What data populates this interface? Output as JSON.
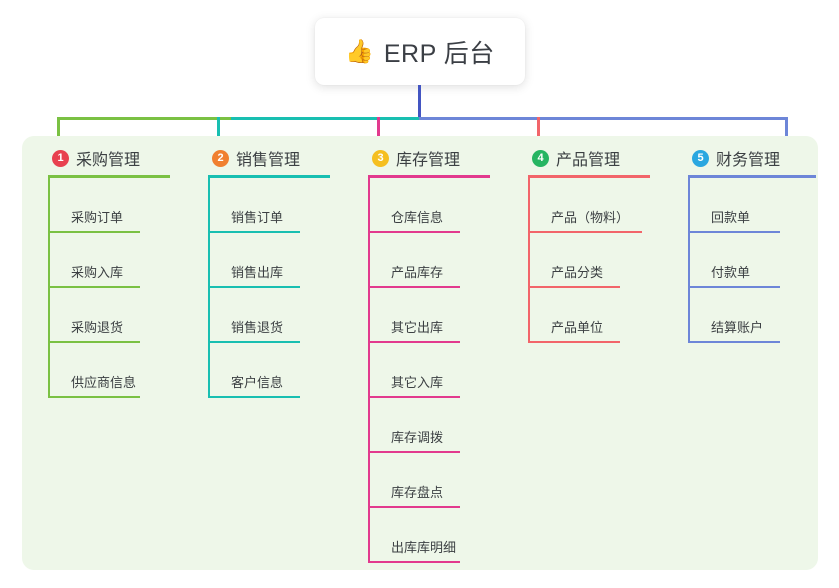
{
  "root": {
    "icon": "thumbs-up-icon",
    "emoji": "👍",
    "title": "ERP 后台"
  },
  "palette": {
    "panel_bg": "#eef7e9",
    "page_bg": "#ffffff",
    "root_line": "#4355c2",
    "col1": "#7ac143",
    "col2": "#18bfb1",
    "col3": "#e23a8e",
    "col4": "#f2656a",
    "col5": "#6d86d8",
    "badge1": "#e8414f",
    "badge2": "#f08030",
    "badge3": "#f5bf20",
    "badge4": "#26b562",
    "badge5": "#2aa7e0"
  },
  "columns": [
    {
      "number": "1",
      "title": "采购管理",
      "badge_color": "#e8414f",
      "line_color": "#7ac143",
      "items": [
        {
          "label": "采购订单"
        },
        {
          "label": "采购入库"
        },
        {
          "label": "采购退货"
        },
        {
          "label": "供应商信息"
        }
      ]
    },
    {
      "number": "2",
      "title": "销售管理",
      "badge_color": "#f08030",
      "line_color": "#18bfb1",
      "items": [
        {
          "label": "销售订单"
        },
        {
          "label": "销售出库"
        },
        {
          "label": "销售退货"
        },
        {
          "label": "客户信息"
        }
      ]
    },
    {
      "number": "3",
      "title": "库存管理",
      "badge_color": "#f5bf20",
      "line_color": "#e23a8e",
      "items": [
        {
          "label": "仓库信息"
        },
        {
          "label": "产品库存"
        },
        {
          "label": "其它出库"
        },
        {
          "label": "其它入库"
        },
        {
          "label": "库存调拨"
        },
        {
          "label": "库存盘点"
        },
        {
          "label": "出库库明细"
        }
      ]
    },
    {
      "number": "4",
      "title": "产品管理",
      "badge_color": "#26b562",
      "line_color": "#f2656a",
      "items": [
        {
          "label": "产品（物料）"
        },
        {
          "label": "产品分类"
        },
        {
          "label": "产品单位"
        }
      ]
    },
    {
      "number": "5",
      "title": "财务管理",
      "badge_color": "#2aa7e0",
      "line_color": "#6d86d8",
      "items": [
        {
          "label": "回款单"
        },
        {
          "label": "付款单"
        },
        {
          "label": "结算账户"
        }
      ]
    }
  ]
}
